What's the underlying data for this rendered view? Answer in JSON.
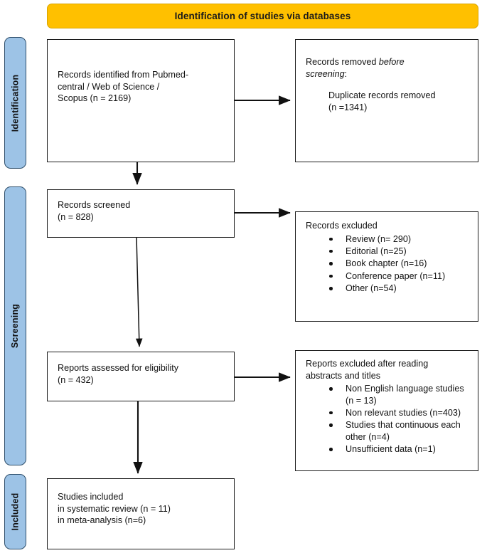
{
  "diagram": {
    "type": "prisma-flow-diagram",
    "banner_title": "Identification of studies via databases",
    "colors": {
      "banner_fill": "#FFC000",
      "stage_bar_fill": "#9DC3E6",
      "stage_bar_border": "#2E4E6B",
      "box_border": "#1c1c1c",
      "text": "#111111"
    }
  },
  "stages": [
    {
      "id": "identification",
      "label": "Identification"
    },
    {
      "id": "screening",
      "label": "Screening"
    },
    {
      "id": "included",
      "label": "Included"
    }
  ],
  "boxes": {
    "identified": {
      "line1": "Records identified from Pubmed-",
      "line2": "central / Web of Science /",
      "line3": "Scopus  (n = 2169)",
      "n": 2169
    },
    "removed": {
      "line1_plain": "Records removed ",
      "line1_italic": "before",
      "line2_italic": "screening",
      "line2_plain": ":",
      "detail_line1": "Duplicate records removed",
      "detail_line2": "(n =1341)",
      "n": 1341
    },
    "screened": {
      "line1": "Records screened",
      "line2": "(n = 828)",
      "n": 828
    },
    "excluded": {
      "heading": "Records excluded",
      "items": [
        "Review (n= 290)",
        "Editorial (n=25)",
        "Book chapter (n=16)",
        "Conference paper (n=11)",
        "Other (n=54)"
      ],
      "counts": [
        290,
        25,
        16,
        11,
        54
      ]
    },
    "eligibility": {
      "line1": "Reports assessed for eligibility",
      "line2": "(n = 432)",
      "n": 432
    },
    "excluded_reading": {
      "heading_line1": "Reports excluded after reading",
      "heading_line2": "abstracts and titles",
      "items": [
        "Non English language studies (n = 13)",
        "Non relevant studies (n=403)",
        "Studies that continuous each other (n=4)",
        "Unsufficient data (n=1)"
      ],
      "counts": [
        13,
        403,
        4,
        1
      ]
    },
    "included": {
      "line1": "Studies included",
      "line2": "in systematic review (n = 11)",
      "line3": "in meta-analysis (n=6)",
      "n_systematic_review": 11,
      "n_meta_analysis": 6
    }
  },
  "arrows": [
    {
      "name": "identified-to-removed",
      "direction": "right"
    },
    {
      "name": "identified-to-screened",
      "direction": "down"
    },
    {
      "name": "screened-to-excluded",
      "direction": "right"
    },
    {
      "name": "screened-to-eligibility",
      "direction": "down"
    },
    {
      "name": "eligibility-to-excluded-reading",
      "direction": "right"
    },
    {
      "name": "eligibility-to-included",
      "direction": "down"
    }
  ]
}
